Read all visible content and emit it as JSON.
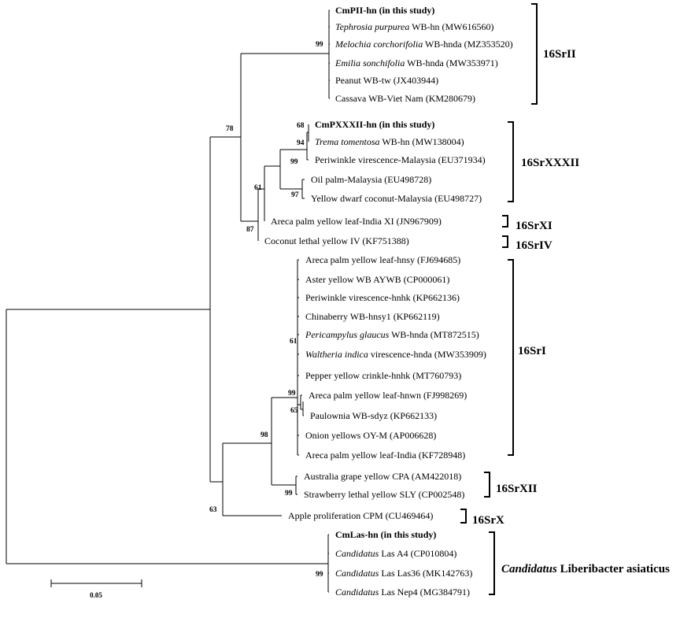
{
  "tree": {
    "taxa": [
      {
        "id": "cmpii",
        "parts": [
          {
            "t": "CmPII-hn (in this study)",
            "b": 1
          }
        ]
      },
      {
        "id": "tephrosia",
        "parts": [
          {
            "t": "Tephrosia purpurea",
            "i": 1
          },
          {
            "t": " WB-hn (MW616560)"
          }
        ]
      },
      {
        "id": "melochia",
        "parts": [
          {
            "t": "Melochia corchorifolia",
            "i": 1
          },
          {
            "t": " WB-hnda (MZ353520)"
          }
        ]
      },
      {
        "id": "emilia",
        "parts": [
          {
            "t": "Emilia sonchifolia",
            "i": 1
          },
          {
            "t": " WB-hnda (MW353971)"
          }
        ]
      },
      {
        "id": "peanut",
        "parts": [
          {
            "t": "Peanut WB-tw (JX403944)"
          }
        ]
      },
      {
        "id": "cassava",
        "parts": [
          {
            "t": "Cassava WB-Viet Nam (KM280679)"
          }
        ]
      },
      {
        "id": "cmpxxxii",
        "parts": [
          {
            "t": "CmPXXXII-hn (in this study)",
            "b": 1
          }
        ]
      },
      {
        "id": "trema",
        "parts": [
          {
            "t": "Trema tomentosa",
            "i": 1
          },
          {
            "t": " WB-hn (MW138004)"
          }
        ]
      },
      {
        "id": "periwinkle_my",
        "parts": [
          {
            "t": "Periwinkle virescence-Malaysia (EU371934)"
          }
        ]
      },
      {
        "id": "oilpalm",
        "parts": [
          {
            "t": "Oil palm-Malaysia (EU498728)"
          }
        ]
      },
      {
        "id": "yellowdwarf",
        "parts": [
          {
            "t": "Yellow dwarf coconut-Malaysia (EU498727)"
          }
        ]
      },
      {
        "id": "areca_xi",
        "parts": [
          {
            "t": "Areca palm yellow leaf-India XI (JN967909)"
          }
        ]
      },
      {
        "id": "coconut_iv",
        "parts": [
          {
            "t": "Coconut lethal yellow IV (KF751388)"
          }
        ]
      },
      {
        "id": "areca_hnsy",
        "parts": [
          {
            "t": "Areca palm yellow leaf-hnsy (FJ694685)"
          }
        ]
      },
      {
        "id": "aster",
        "parts": [
          {
            "t": "Aster yellow WB AYWB (CP000061)"
          }
        ]
      },
      {
        "id": "periwinkle_hnhk",
        "parts": [
          {
            "t": "Periwinkle virescence-hnhk (KP662136)"
          }
        ]
      },
      {
        "id": "chinaberry",
        "parts": [
          {
            "t": "Chinaberry WB-hnsy1 (KP662119)"
          }
        ]
      },
      {
        "id": "pericampylus",
        "parts": [
          {
            "t": "Pericampylus glaucus",
            "i": 1
          },
          {
            "t": " WB-hnda (MT872515)"
          }
        ]
      },
      {
        "id": "waltheria",
        "parts": [
          {
            "t": "Waltheria indica",
            "i": 1
          },
          {
            "t": " virescence-hnda (MW353909)"
          }
        ]
      },
      {
        "id": "pepper",
        "parts": [
          {
            "t": "Pepper yellow crinkle-hnhk (MT760793)"
          }
        ]
      },
      {
        "id": "areca_hnwn",
        "parts": [
          {
            "t": "Areca palm yellow leaf-hnwn (FJ998269)"
          }
        ]
      },
      {
        "id": "paulownia",
        "parts": [
          {
            "t": "Paulownia WB-sdyz (KP662133)"
          }
        ]
      },
      {
        "id": "onion",
        "parts": [
          {
            "t": "Onion yellows OY-M (AP006628)"
          }
        ]
      },
      {
        "id": "areca_india",
        "parts": [
          {
            "t": "Areca palm yellow leaf-India (KF728948)"
          }
        ]
      },
      {
        "id": "australia",
        "parts": [
          {
            "t": "Australia grape yellow CPA (AM422018)"
          }
        ]
      },
      {
        "id": "strawberry",
        "parts": [
          {
            "t": "Strawberry lethal yellow SLY (CP002548)"
          }
        ]
      },
      {
        "id": "apple",
        "parts": [
          {
            "t": "Apple proliferation CPM (CU469464)"
          }
        ]
      },
      {
        "id": "cmlas",
        "parts": [
          {
            "t": "CmLas-hn (in this study)",
            "b": 1
          }
        ]
      },
      {
        "id": "las_a4",
        "parts": [
          {
            "t": "Candidatus",
            "i": 1
          },
          {
            "t": " Las A4 (CP010804)"
          }
        ]
      },
      {
        "id": "las_las36",
        "parts": [
          {
            "t": "Candidatus",
            "i": 1
          },
          {
            "t": " Las Las36 (MK142763)"
          }
        ]
      },
      {
        "id": "las_nep4",
        "parts": [
          {
            "t": "Candidatus",
            "i": 1
          },
          {
            "t": " Las Nep4 (MG384791)"
          }
        ]
      }
    ],
    "bootstrap": {
      "n16SrII": "99",
      "n68": "68",
      "n94": "94",
      "n99_xxxii": "99",
      "n97": "97",
      "n61_upper": "61",
      "n78": "78",
      "n87": "87",
      "n61_16SrI": "61",
      "n99_16SrI": "99",
      "n65": "65",
      "n98": "98",
      "n99_xii": "99",
      "n63": "63",
      "n99_las": "99"
    },
    "groups": [
      {
        "id": "g16SrII",
        "parts": [
          {
            "t": "16SrII"
          }
        ]
      },
      {
        "id": "g16SrXXXII",
        "parts": [
          {
            "t": "16SrXXXII"
          }
        ]
      },
      {
        "id": "g16SrXI",
        "parts": [
          {
            "t": "16SrXI"
          }
        ]
      },
      {
        "id": "g16SrIV",
        "parts": [
          {
            "t": "16SrIV"
          }
        ]
      },
      {
        "id": "g16SrI",
        "parts": [
          {
            "t": "16SrI"
          }
        ]
      },
      {
        "id": "g16SrXII",
        "parts": [
          {
            "t": "16SrXII"
          }
        ]
      },
      {
        "id": "g16SrX",
        "parts": [
          {
            "t": "16SrX"
          }
        ]
      },
      {
        "id": "gLas",
        "parts": [
          {
            "t": "Candidatus",
            "i": 1
          },
          {
            "t": " Liberibacter asiaticus"
          }
        ]
      }
    ],
    "scale_label": "0.05"
  }
}
